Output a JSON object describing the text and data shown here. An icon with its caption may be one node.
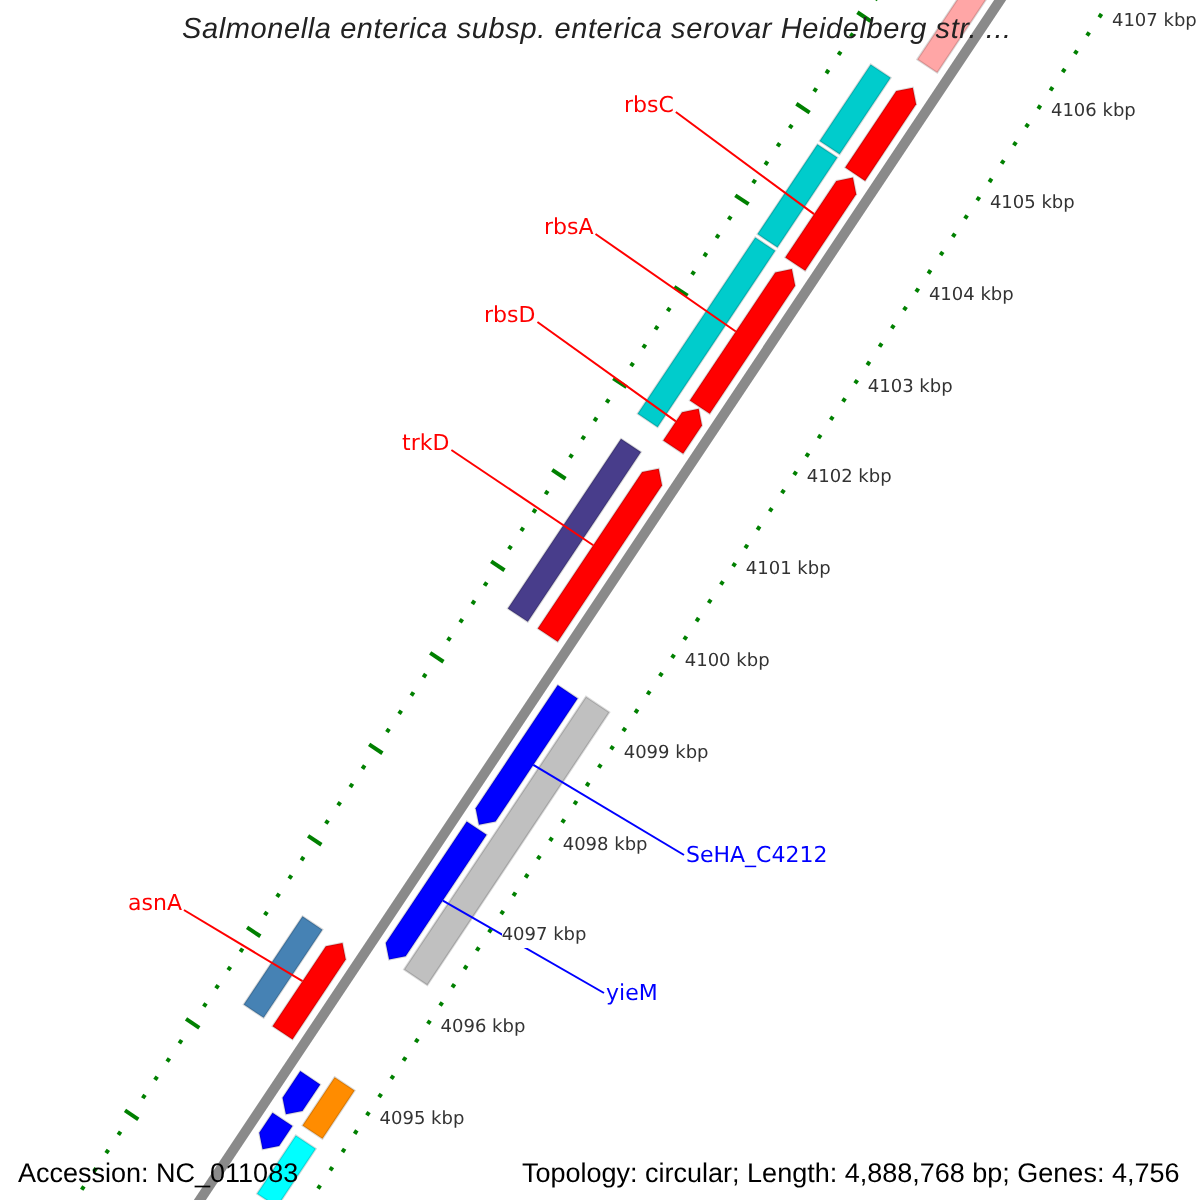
{
  "diagram": {
    "title": "Salmonella enterica subsp. enterica serovar Heidelberg str. ...",
    "nodes": [
      {
        "text": [
          "rbsC"
        ]
      },
      {
        "text": [],
        "shape": "bar"
      },
      {
        "text": [
          "rbsA"
        ]
      },
      {
        "text": [],
        "shape": "bar"
      },
      {
        "text": [
          "rbsD"
        ]
      },
      {
        "text": [],
        "shape": "bar"
      },
      {
        "text": [
          "trkD"
        ]
      },
      {
        "text": [],
        "shape": "bar"
      },
      {
        "text": [
          "SeHA_C4212"
        ]
      },
      {
        "text": [],
        "shape": "bar"
      },
      {
        "text": [
          "asnA"
        ]
      },
      {
        "text": [],
        "shape": "bar"
      },
      {
        "text": [
          "yieM"
        ]
      },
      {
        "text": [],
        "shape": "bar"
      },
      {
        "text": [],
        "shape": "bar"
      },
      {
        "text": [],
        "shape": "bar"
      },
      {
        "text": [],
        "shape": "bar"
      },
      {
        "text": [],
        "shape": "bar"
      },
      {
        "text": [],
        "shape": "bar"
      },
      {
        "text": [],
        "shape": "bar"
      },
      {
        "text": [],
        "shape": "bar"
      },
      {
        "text": [],
        "shape": "bar"
      },
      {
        "text": [],
        "shape": "bar"
      },
      {
        "text": [],
        "shape": "bar"
      },
      {
        "text": [],
        "shape": "bar"
      },
      {
        "text": [],
        "shape": "bar"
      }
    ],
    "edges": [
      {
        "from": 0,
        "to": 1,
        "arrow": "none"
      },
      {
        "from": 2,
        "to": 3,
        "arrow": "none"
      },
      {
        "from": 4,
        "to": 5,
        "arrow": "none"
      },
      {
        "from": 6,
        "to": 7,
        "arrow": "none"
      },
      {
        "from": 8,
        "to": 9,
        "arrow": "none",
        "color": "#0000ff"
      },
      {
        "from": 10,
        "to": 11,
        "arrow": "none"
      },
      {
        "from": 12,
        "to": 13,
        "arrow": "none",
        "color": "#0000ff"
      }
    ],
    "labels": [
      "4107 kbp",
      "4106 kbp",
      "4105 kbp",
      "4104 kbp",
      "4103 kbp",
      "4102 kbp",
      "4101 kbp",
      "4100 kbp",
      "4099 kbp",
      "4098 kbp",
      "4097 kbp",
      "4096 kbp",
      "4095 kbp",
      "Accession: NC_011083",
      "Topology: circular; Length: 4,888,768 bp; Genes: 4,756"
    ]
  }
}
